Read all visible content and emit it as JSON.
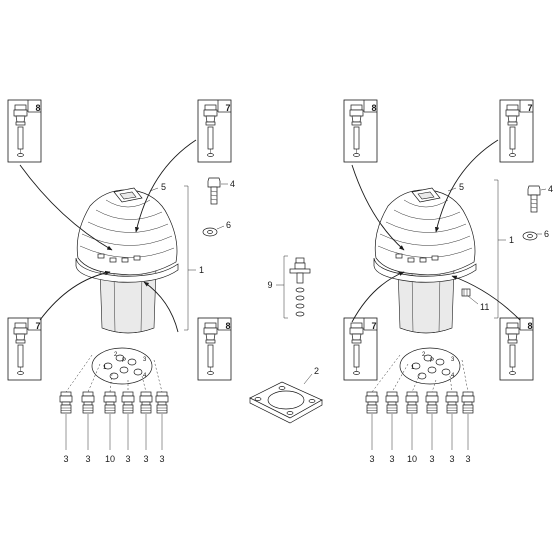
{
  "labels": {
    "part_1": "1",
    "part_2": "2",
    "part_3": "3",
    "part_4": "4",
    "part_5": "5",
    "part_6": "6",
    "part_7": "7",
    "part_8": "8",
    "part_9": "9",
    "part_10": "10",
    "part_11": "11"
  },
  "port_plate": {
    "p": "P",
    "port_1": "1",
    "port_2": "2",
    "port_3": "3",
    "port_4": "4"
  },
  "fitting_row_labels": [
    "3",
    "3",
    "10",
    "3",
    "3",
    "3"
  ]
}
